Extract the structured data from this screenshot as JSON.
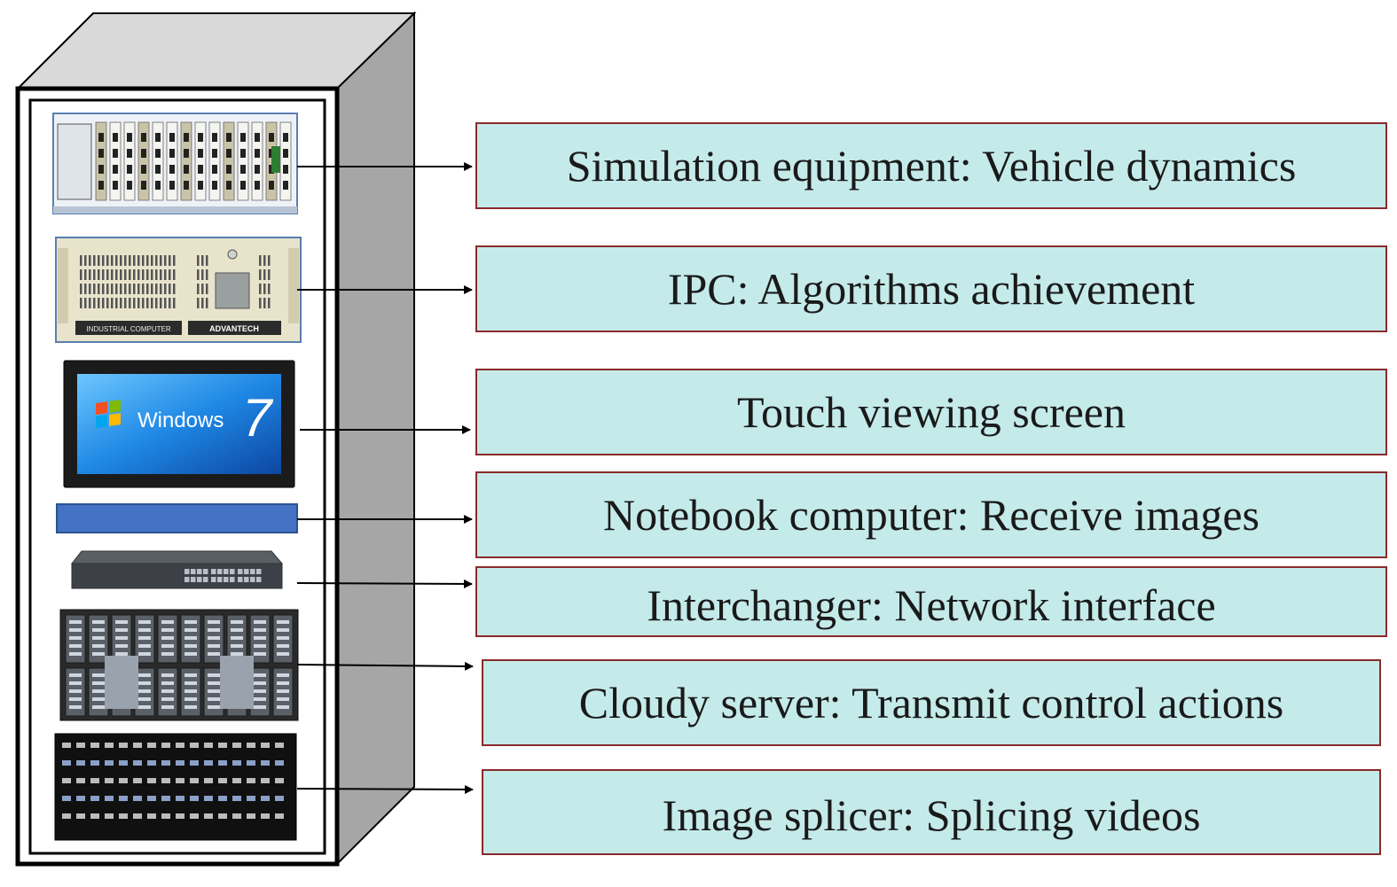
{
  "labels": [
    "Simulation equipment: Vehicle dynamics",
    "IPC: Algorithms achievement",
    "Touch viewing screen",
    "Notebook computer: Receive images",
    "Interchanger: Network interface",
    "Cloudy server: Transmit control actions",
    "Image splicer: Splicing videos"
  ],
  "equipment": {
    "ipc_brand": "ADVANTECH",
    "ipc_caption": "INDUSTRIAL COMPUTER",
    "screen_os": "Windows",
    "screen_version": "7"
  },
  "colors": {
    "label_fill": "#c5eaea",
    "label_border": "#8a2a2a",
    "cabinet_top": "#d9d9d9",
    "cabinet_side": "#a6a6a6",
    "notebook_bar": "#4472c4"
  }
}
